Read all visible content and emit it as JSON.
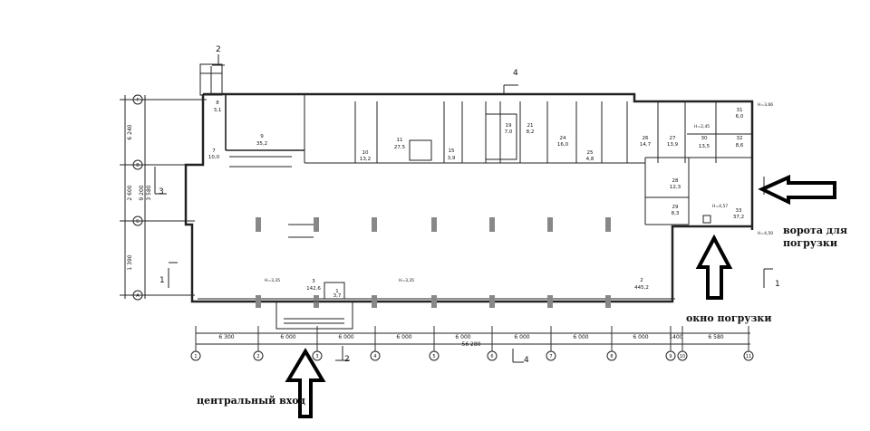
{
  "annotations": {
    "central_entrance": "центральный вход",
    "loading_gate_line1": "ворота для",
    "loading_gate_line2": "погрузки",
    "loading_window": "окно погрузки"
  },
  "plan": {
    "axes_x": [
      "1",
      "2",
      "3",
      "4",
      "5",
      "6",
      "7",
      "8",
      "9",
      "10",
      "11"
    ],
    "axes_y": [
      "Г",
      "В",
      "Б",
      "А"
    ],
    "spans": [
      "6 300",
      "6 000",
      "6 000",
      "6 000",
      "6 000",
      "6 000",
      "6 000",
      "6 000",
      "1400",
      "6 580"
    ],
    "total_length": "56 280",
    "left_dims": [
      "6 240",
      "3 580",
      "1 390",
      "9 200",
      "2 600"
    ],
    "section_marks": [
      "2",
      "2",
      "3",
      "4",
      "4",
      "1",
      "1"
    ],
    "level_marks": [
      "Н=3,35",
      "Н=3,35",
      "Н=3,66",
      "Н=4,50",
      "Н=2,45",
      "Н=4,57"
    ],
    "rooms": [
      {
        "no": "9",
        "area": "35,2"
      },
      {
        "no": "10",
        "area": "13,2"
      },
      {
        "no": "11",
        "area": "27,5"
      },
      {
        "no": "19",
        "area": "7,0"
      },
      {
        "no": "21",
        "area": "8,2"
      },
      {
        "no": "24",
        "area": "16,0"
      },
      {
        "no": "25",
        "area": "4,8"
      },
      {
        "no": "26",
        "area": "14,7"
      },
      {
        "no": "27",
        "area": "13,9"
      },
      {
        "no": "30",
        "area": "13,5"
      },
      {
        "no": "31",
        "area": "6,0"
      },
      {
        "no": "32",
        "area": "8,6"
      },
      {
        "no": "28",
        "area": "12,3"
      },
      {
        "no": "29",
        "area": "8,3"
      },
      {
        "no": "33",
        "area": "37,2"
      },
      {
        "no": "3",
        "area": "142,6"
      },
      {
        "no": "1",
        "area": "3,7"
      },
      {
        "no": "2",
        "area": "445,2"
      },
      {
        "no": "7",
        "area": "10,0"
      },
      {
        "no": "15",
        "area": "3,9"
      },
      {
        "no": "8",
        "area": "3,1"
      }
    ]
  }
}
